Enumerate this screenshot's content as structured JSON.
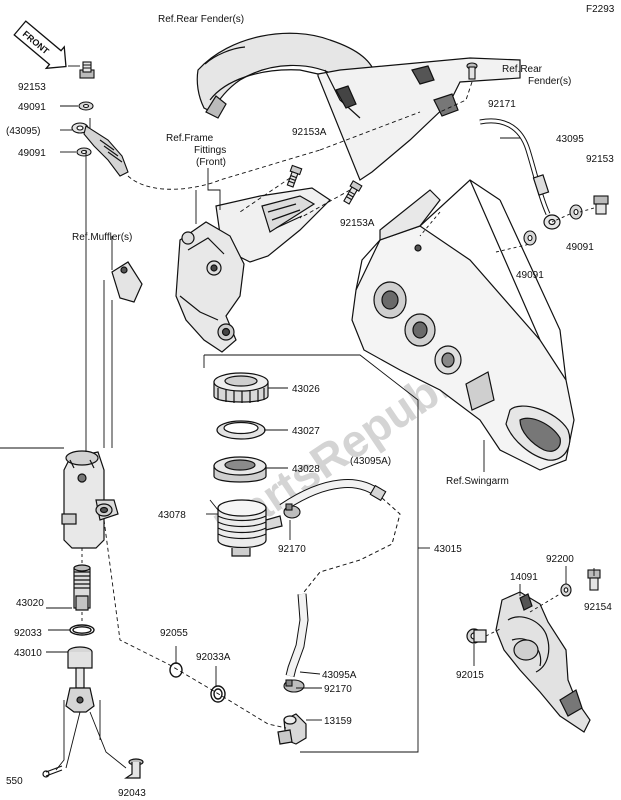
{
  "diagram_code": "F2293",
  "watermark": "PartsRepublik",
  "front_tag": "FRONT",
  "colors": {
    "line": "#111111",
    "part_fill": "#f4f4f4",
    "part_mid": "#cfcfcf",
    "part_dark": "#6a6a6a",
    "watermark": "#d2d2d2"
  },
  "labels": {
    "ref_rear_fender_top": "Ref.Rear Fender(s)",
    "ref_rear_fender_right_1": "Ref.Rear",
    "ref_rear_fender_right_2": "Fender(s)",
    "ref_frame_1": "Ref.Frame",
    "ref_frame_2": "Fittings",
    "ref_frame_3": "(Front)",
    "ref_muffler": "Ref.Muffler(s)",
    "ref_swingarm": "Ref.Swingarm",
    "p92153_a": "92153",
    "p49091_a": "49091",
    "p43095_paren": "(43095)",
    "p49091_b": "49091",
    "p92153A_a": "92153A",
    "p92153A_b": "92153A",
    "p92171": "92171",
    "p43095": "43095",
    "p92153_b": "92153",
    "p49091_c": "49091",
    "p49091_d": "49091",
    "p43026": "43026",
    "p43027": "43027",
    "p43028": "43028",
    "p43078": "43078",
    "p43095A_paren": "(43095A)",
    "p92170_a": "92170",
    "p43015": "43015",
    "p43020": "43020",
    "p92033": "92033",
    "p43010": "43010",
    "p92055": "92055",
    "p92033A": "92033A",
    "p43095A": "43095A",
    "p92170_b": "92170",
    "p13159": "13159",
    "p550": "550",
    "p92043": "92043",
    "p14091": "14091",
    "p92200": "92200",
    "p92154": "92154",
    "p92015": "92015"
  }
}
